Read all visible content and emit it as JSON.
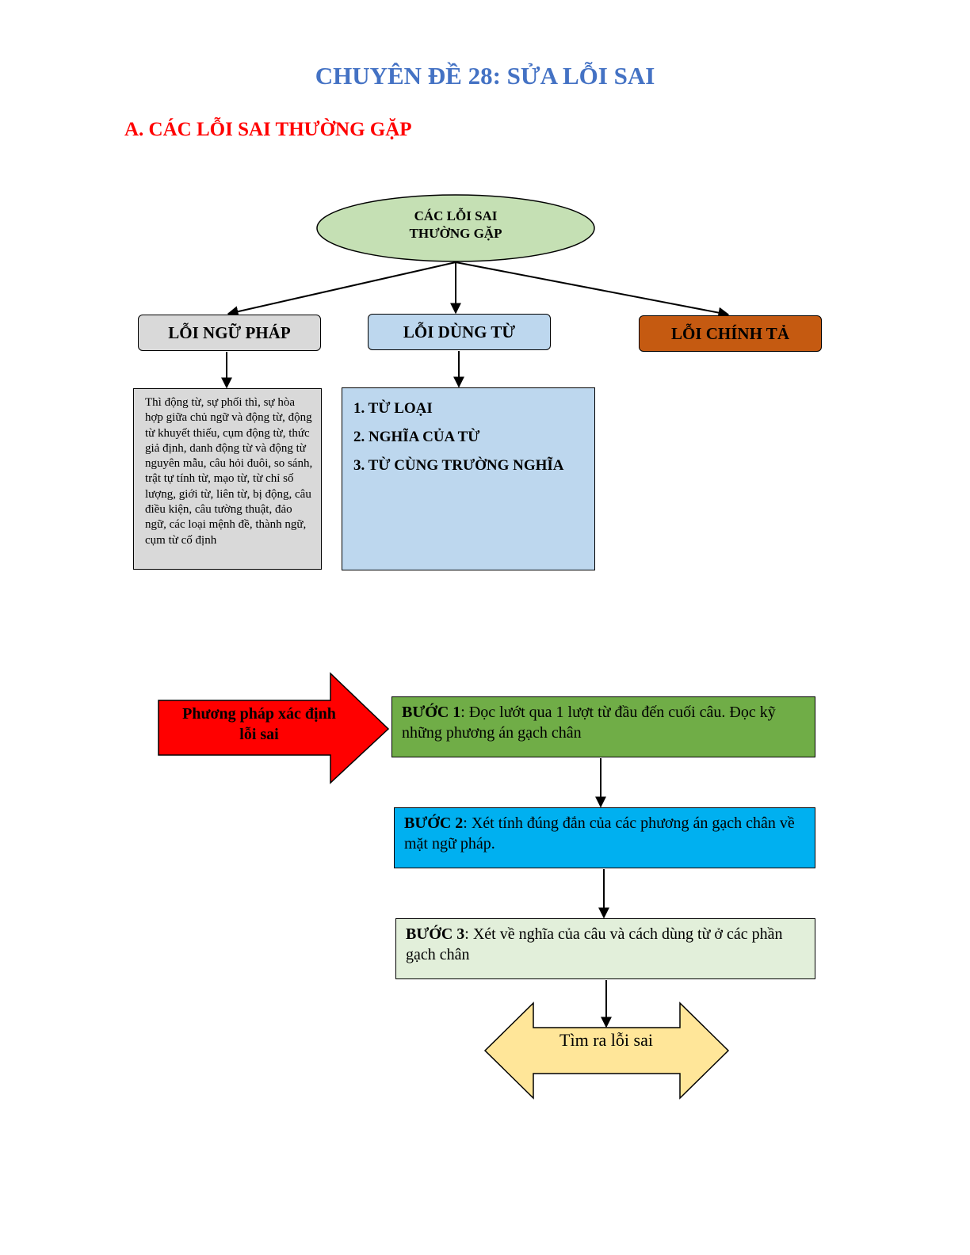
{
  "title": "CHUYÊN ĐỀ 28: SỬA LỖI SAI",
  "section_heading": "A. CÁC LỖI SAI THƯỜNG GẶP",
  "mindmap": {
    "root_line1": "CÁC LỖI SAI",
    "root_line2": "THƯỜNG GẶP",
    "grammar_label": "LỖI NGỮ PHÁP",
    "word_use_label": "LỖI DÙNG TỪ",
    "spelling_label": "LỖI CHÍNH TẢ",
    "grammar_detail": "Thì động từ, sự phối thì, sự hòa hợp giữa chủ ngữ và động từ, động từ khuyết thiếu, cụm động từ, thức giả định, danh động từ và động từ nguyên mẫu, câu hỏi đuôi, so sánh, trật tự tính từ, mạo từ, từ chỉ số lượng, giới từ, liên từ, bị động, câu điều kiện, câu tường thuật, đảo ngữ, các loại mệnh đề, thành ngữ, cụm từ cố định",
    "word_use_items": [
      "1. TỪ LOẠI",
      "2. NGHĨA CỦA TỪ",
      "3. TỪ CÙNG TRƯỜNG NGHĨA"
    ],
    "colors": {
      "root": "#c5e0b4",
      "grammar": "#d9d9d9",
      "word_use": "#bdd7ee",
      "spelling": "#c55a11"
    }
  },
  "method": {
    "arrow_line1": "Phương pháp xác định",
    "arrow_line2": "lỗi sai",
    "step1_label": "BƯỚC 1",
    "step1_text": ": Đọc lướt qua 1 lượt từ đầu đến cuối câu. Đọc kỹ những phương án gạch chân",
    "step2_label": "BƯỚC 2",
    "step2_text": ": Xét tính đúng đắn của các phương án gạch chân về mặt ngữ pháp.",
    "step3_label": "BƯỚC 3",
    "step3_text": ": Xét về nghĩa của câu và cách dùng từ ở các phần gạch chân",
    "result": "Tìm ra lỗi sai",
    "colors": {
      "arrow": "#ff0000",
      "step1": "#70ad47",
      "step2": "#00b0f0",
      "step3": "#e2efda",
      "result": "#ffe699"
    }
  }
}
